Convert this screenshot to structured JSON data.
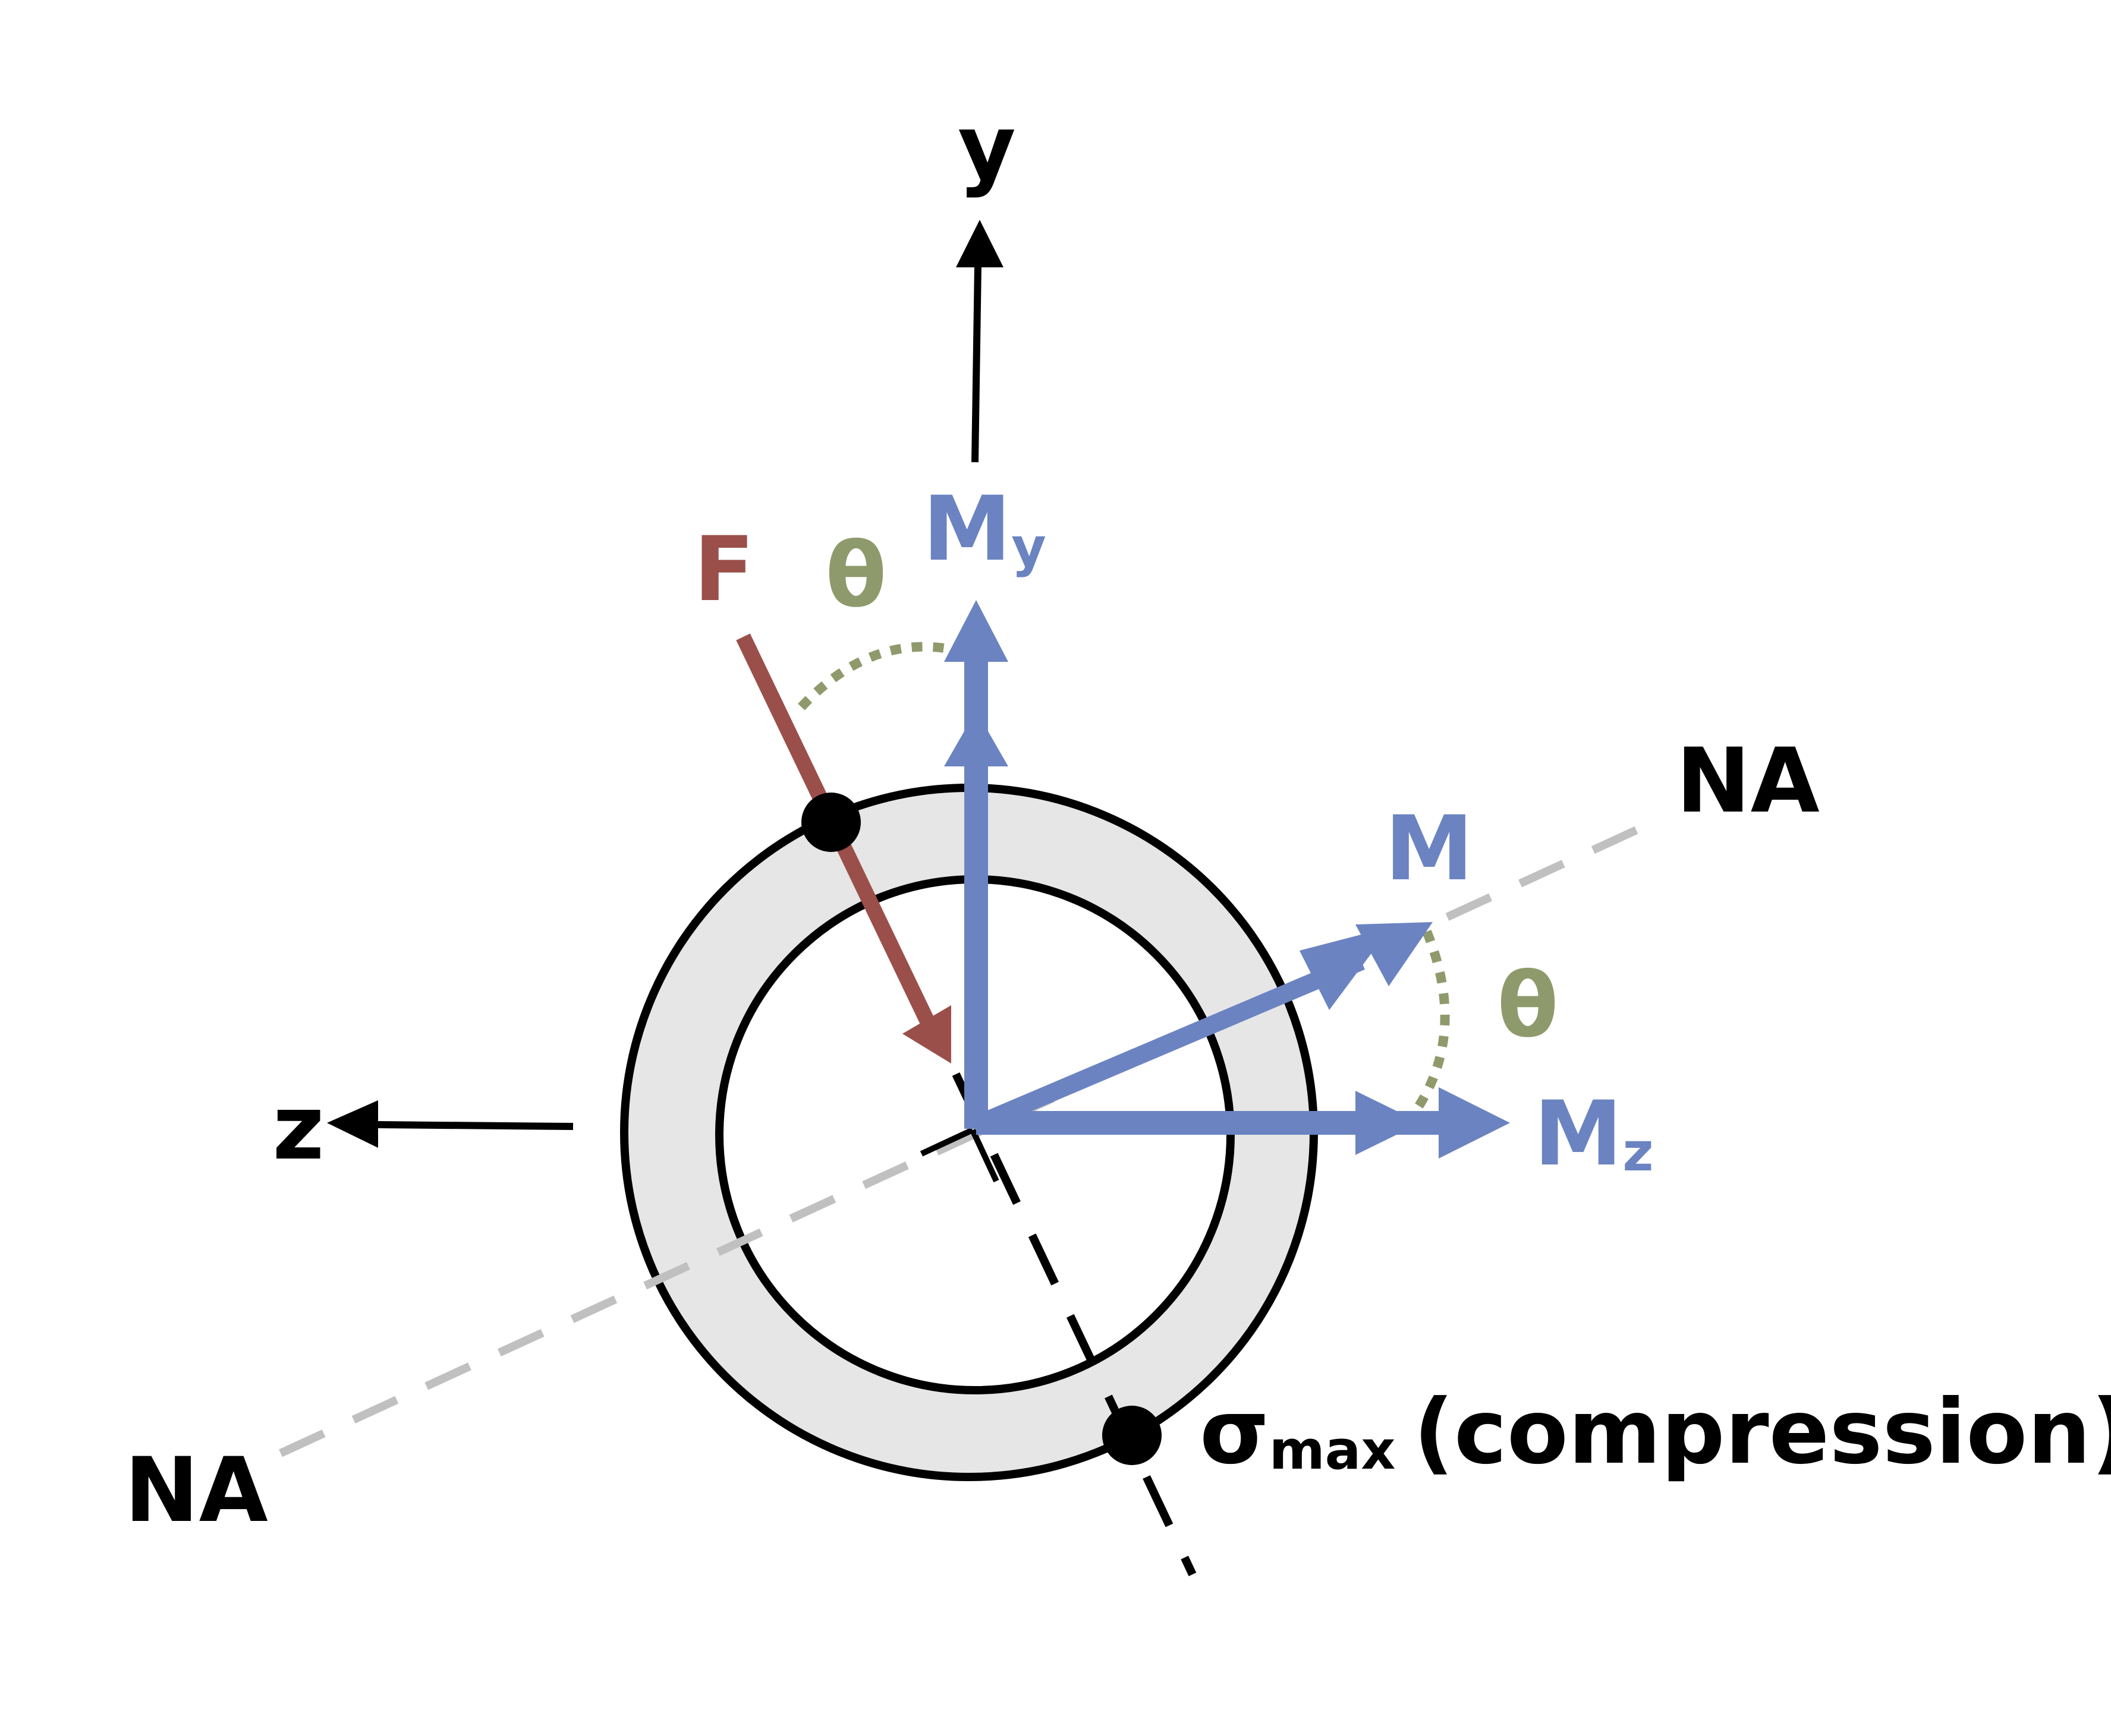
{
  "labels": {
    "y_axis": "y",
    "z_axis": "z",
    "force": "F",
    "theta_top": "θ",
    "theta_right": "θ",
    "moment_y": "M",
    "moment_y_sub": "y",
    "moment_z": "M",
    "moment_z_sub": "z",
    "moment": "M",
    "neutral_axis_upper": "NA",
    "neutral_axis_lower": "NA",
    "sigma": "σ",
    "sigma_sub": "max",
    "sigma_note": "(compression)"
  },
  "colors": {
    "moment": "#6b83c1",
    "force": "#9b4f4a",
    "angle": "#8f9a6c",
    "neutral_axis": "#c0c0c0",
    "section_fill": "#e6e6e6",
    "outline": "#000000"
  },
  "icons": {
    "critical_points": "filled-circle",
    "right_angle": "right-angle-marker"
  }
}
